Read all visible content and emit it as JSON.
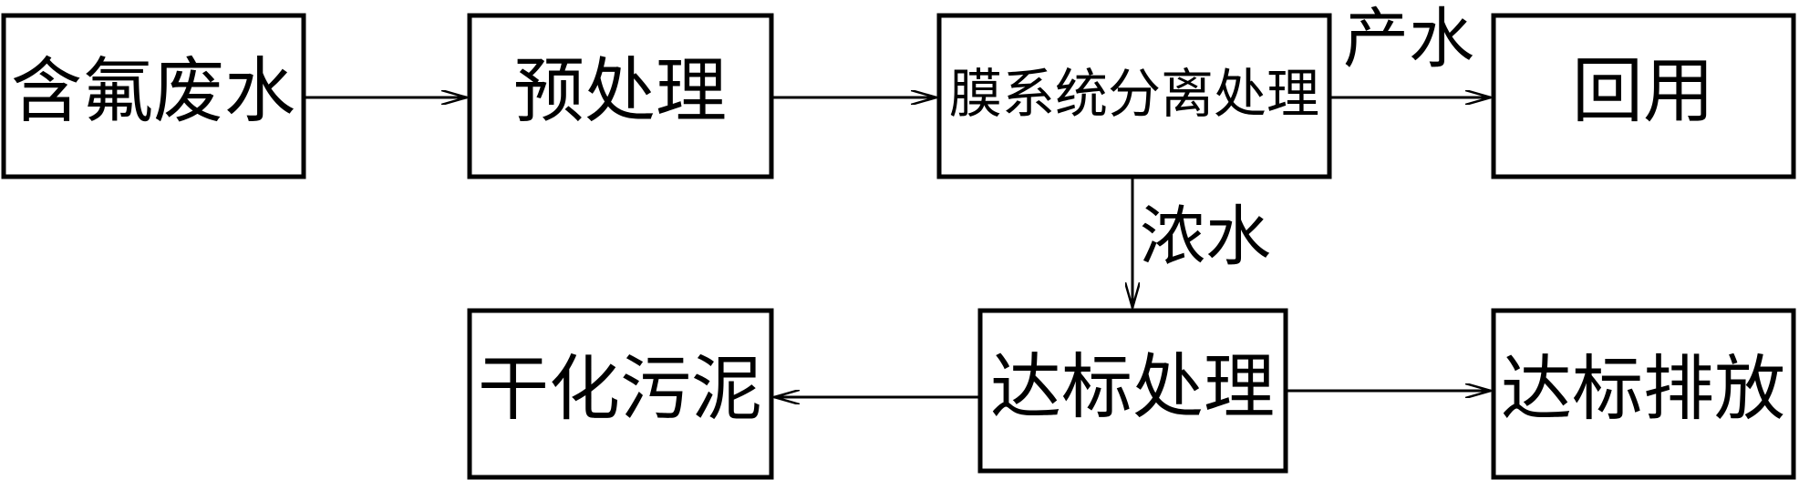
{
  "nodes": {
    "fluoride_wastewater": "含氟废水",
    "pretreatment": "预处理",
    "membrane_separation": "膜系统分离处理",
    "reuse": "回用",
    "standard_treatment": "达标处理",
    "dried_sludge": "干化污泥",
    "standard_discharge": "达标排放"
  },
  "edge_labels": {
    "product_water": "产水",
    "concentrate": "浓水"
  }
}
